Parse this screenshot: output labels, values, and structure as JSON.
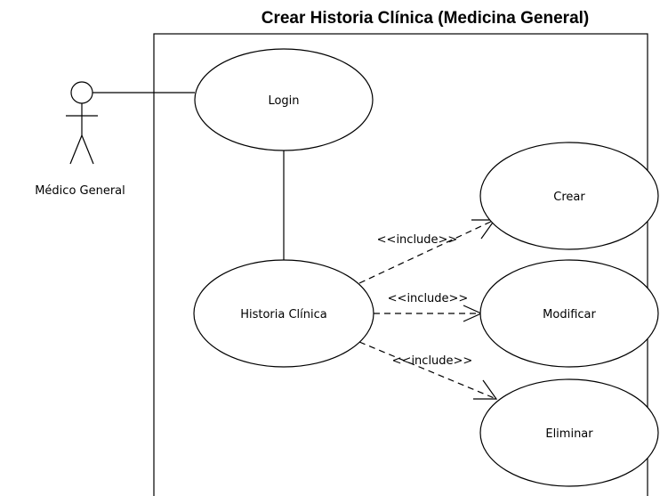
{
  "diagram": {
    "title": "Crear Historia Clínica (Medicina General)",
    "actor": {
      "name": "Médico General"
    },
    "use_cases": {
      "login": "Login",
      "historia": "Historia Clínica",
      "crear": "Crear",
      "modificar": "Modificar",
      "eliminar": "Eliminar"
    },
    "relations": {
      "include_crear": "<<include>>",
      "include_modificar": "<<include>>",
      "include_eliminar": "<<include>>"
    }
  }
}
